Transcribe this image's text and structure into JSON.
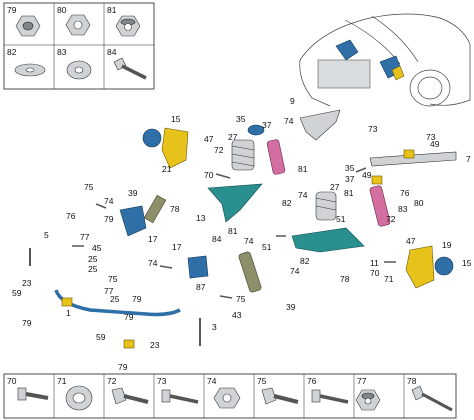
{
  "fastener_grid_top": [
    {
      "number": "79",
      "icon": "flange-nut-icon"
    },
    {
      "number": "80",
      "icon": "hex-nut-icon"
    },
    {
      "number": "81",
      "icon": "lock-nut-icon"
    },
    {
      "number": "82",
      "icon": "oval-washer-icon"
    },
    {
      "number": "83",
      "icon": "washer-icon"
    },
    {
      "number": "84",
      "icon": "bolt-icon"
    }
  ],
  "fastener_grid_bottom": [
    {
      "number": "70",
      "icon": "bolt-icon"
    },
    {
      "number": "71",
      "icon": "washer-icon"
    },
    {
      "number": "72",
      "icon": "flange-bolt-icon"
    },
    {
      "number": "73",
      "icon": "bolt-icon"
    },
    {
      "number": "74",
      "icon": "flange-nut-icon"
    },
    {
      "number": "75",
      "icon": "flange-bolt-icon"
    },
    {
      "number": "76",
      "icon": "bolt-icon"
    },
    {
      "number": "77",
      "icon": "lock-nut-icon"
    },
    {
      "number": "78",
      "icon": "long-bolt-icon"
    }
  ],
  "callouts": [
    "15",
    "47",
    "21",
    "72",
    "70",
    "35",
    "27",
    "37",
    "74",
    "9",
    "73",
    "81",
    "73",
    "49",
    "7",
    "35",
    "37",
    "49",
    "76",
    "75",
    "39",
    "76",
    "74",
    "13",
    "79",
    "17",
    "78",
    "82",
    "74",
    "27",
    "51",
    "81",
    "83",
    "80",
    "5",
    "77",
    "45",
    "25",
    "25",
    "84",
    "81",
    "74",
    "51",
    "72",
    "47",
    "19",
    "15",
    "70",
    "71",
    "11",
    "17",
    "74",
    "82",
    "74",
    "78",
    "23",
    "79",
    "59",
    "75",
    "77",
    "79",
    "25",
    "87",
    "75",
    "39",
    "43",
    "1",
    "79",
    "3",
    "23",
    "59",
    "79"
  ],
  "colors": {
    "accent_blue": "#2f6fa8",
    "accent_yellow": "#e6c21a",
    "accent_teal": "#2a8f8f",
    "accent_pink": "#d36fa0"
  }
}
